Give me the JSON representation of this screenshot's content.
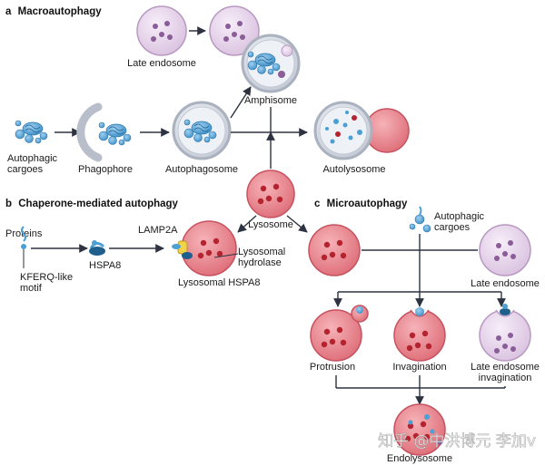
{
  "panels": {
    "a": {
      "letter": "a",
      "title": "Macroautophagy"
    },
    "b": {
      "letter": "b",
      "title": "Chaperone-mediated autophagy"
    },
    "c": {
      "letter": "c",
      "title": "Microautophagy"
    }
  },
  "labels": {
    "late_endosome_top": "Late endosome",
    "amphisome": "Amphisome",
    "autophagic_cargoes_a_1": "Autophagic",
    "autophagic_cargoes_a_2": "cargoes",
    "phagophore": "Phagophore",
    "autophagosome": "Autophagosome",
    "autolysosome": "Autolysosome",
    "lysosome": "Lysosome",
    "proteins": "Proteins",
    "kferq_1": "KFERQ-like",
    "kferq_2": "motif",
    "hspa8": "HSPA8",
    "lamp2a": "LAMP2A",
    "lysosomal_hydrolase_1": "Lysosomal",
    "lysosomal_hydrolase_2": "hydrolase",
    "lysosomal_hspa8": "Lysosomal HSPA8",
    "autophagic_cargoes_c_1": "Autophagic",
    "autophagic_cargoes_c_2": "cargoes",
    "late_endosome_c": "Late endosome",
    "protrusion": "Protrusion",
    "invagination": "Invagination",
    "late_endosome_invagination_1": "Late endosome",
    "late_endosome_invagination_2": "invagination",
    "endolysosome": "Endolysosome"
  },
  "watermark": "知乎 @中洪博元 李加v",
  "colors": {
    "endosome_fill": "#e6d4ea",
    "endosome_edge": "#b999c2",
    "endosome_dot": "#8a5c98",
    "lysosome_fill": "#e27c86",
    "lysosome_edge": "#c6525f",
    "cargo_blue": "#4a9fd4",
    "membrane_gray": "#c7ccd6",
    "arrow": "#2d3340"
  }
}
